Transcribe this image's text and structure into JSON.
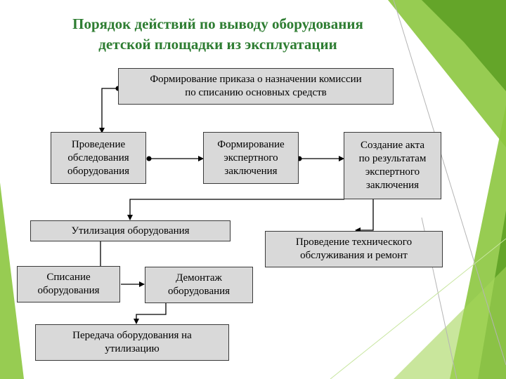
{
  "title": {
    "line1": "Порядок действий по выводу оборудования",
    "line2": "детской площадки из эксплуатации"
  },
  "nodes": {
    "order": {
      "line1": "Формирование приказа о назначении комиссии",
      "line2": "по списанию основных средств"
    },
    "inspection": {
      "line1": "Проведение",
      "line2": "обследования",
      "line3": "оборудования"
    },
    "conclusion": {
      "line1": "Формирование",
      "line2": "экспертного",
      "line3": "заключения"
    },
    "act": {
      "line1": "Создание акта",
      "line2": "по результатам",
      "line3": "экспертного",
      "line4": "заключения"
    },
    "disposal": {
      "line1": "Утилизация оборудования"
    },
    "maintenance": {
      "line1": "Проведение технического",
      "line2": "обслуживания и ремонт"
    },
    "writeoff": {
      "line1": "Списание",
      "line2": "оборудования"
    },
    "dismantle": {
      "line1": "Демонтаж",
      "line2": "оборудования"
    },
    "transfer": {
      "line1": "Передача оборудования на",
      "line2": "утилизацию"
    }
  },
  "colors": {
    "title": "#2e7d32",
    "box_fill": "#d9d9d9",
    "box_border": "#3a3a3a",
    "accent_green": "#8cc63f",
    "accent_green_dark": "#5a9e22"
  }
}
